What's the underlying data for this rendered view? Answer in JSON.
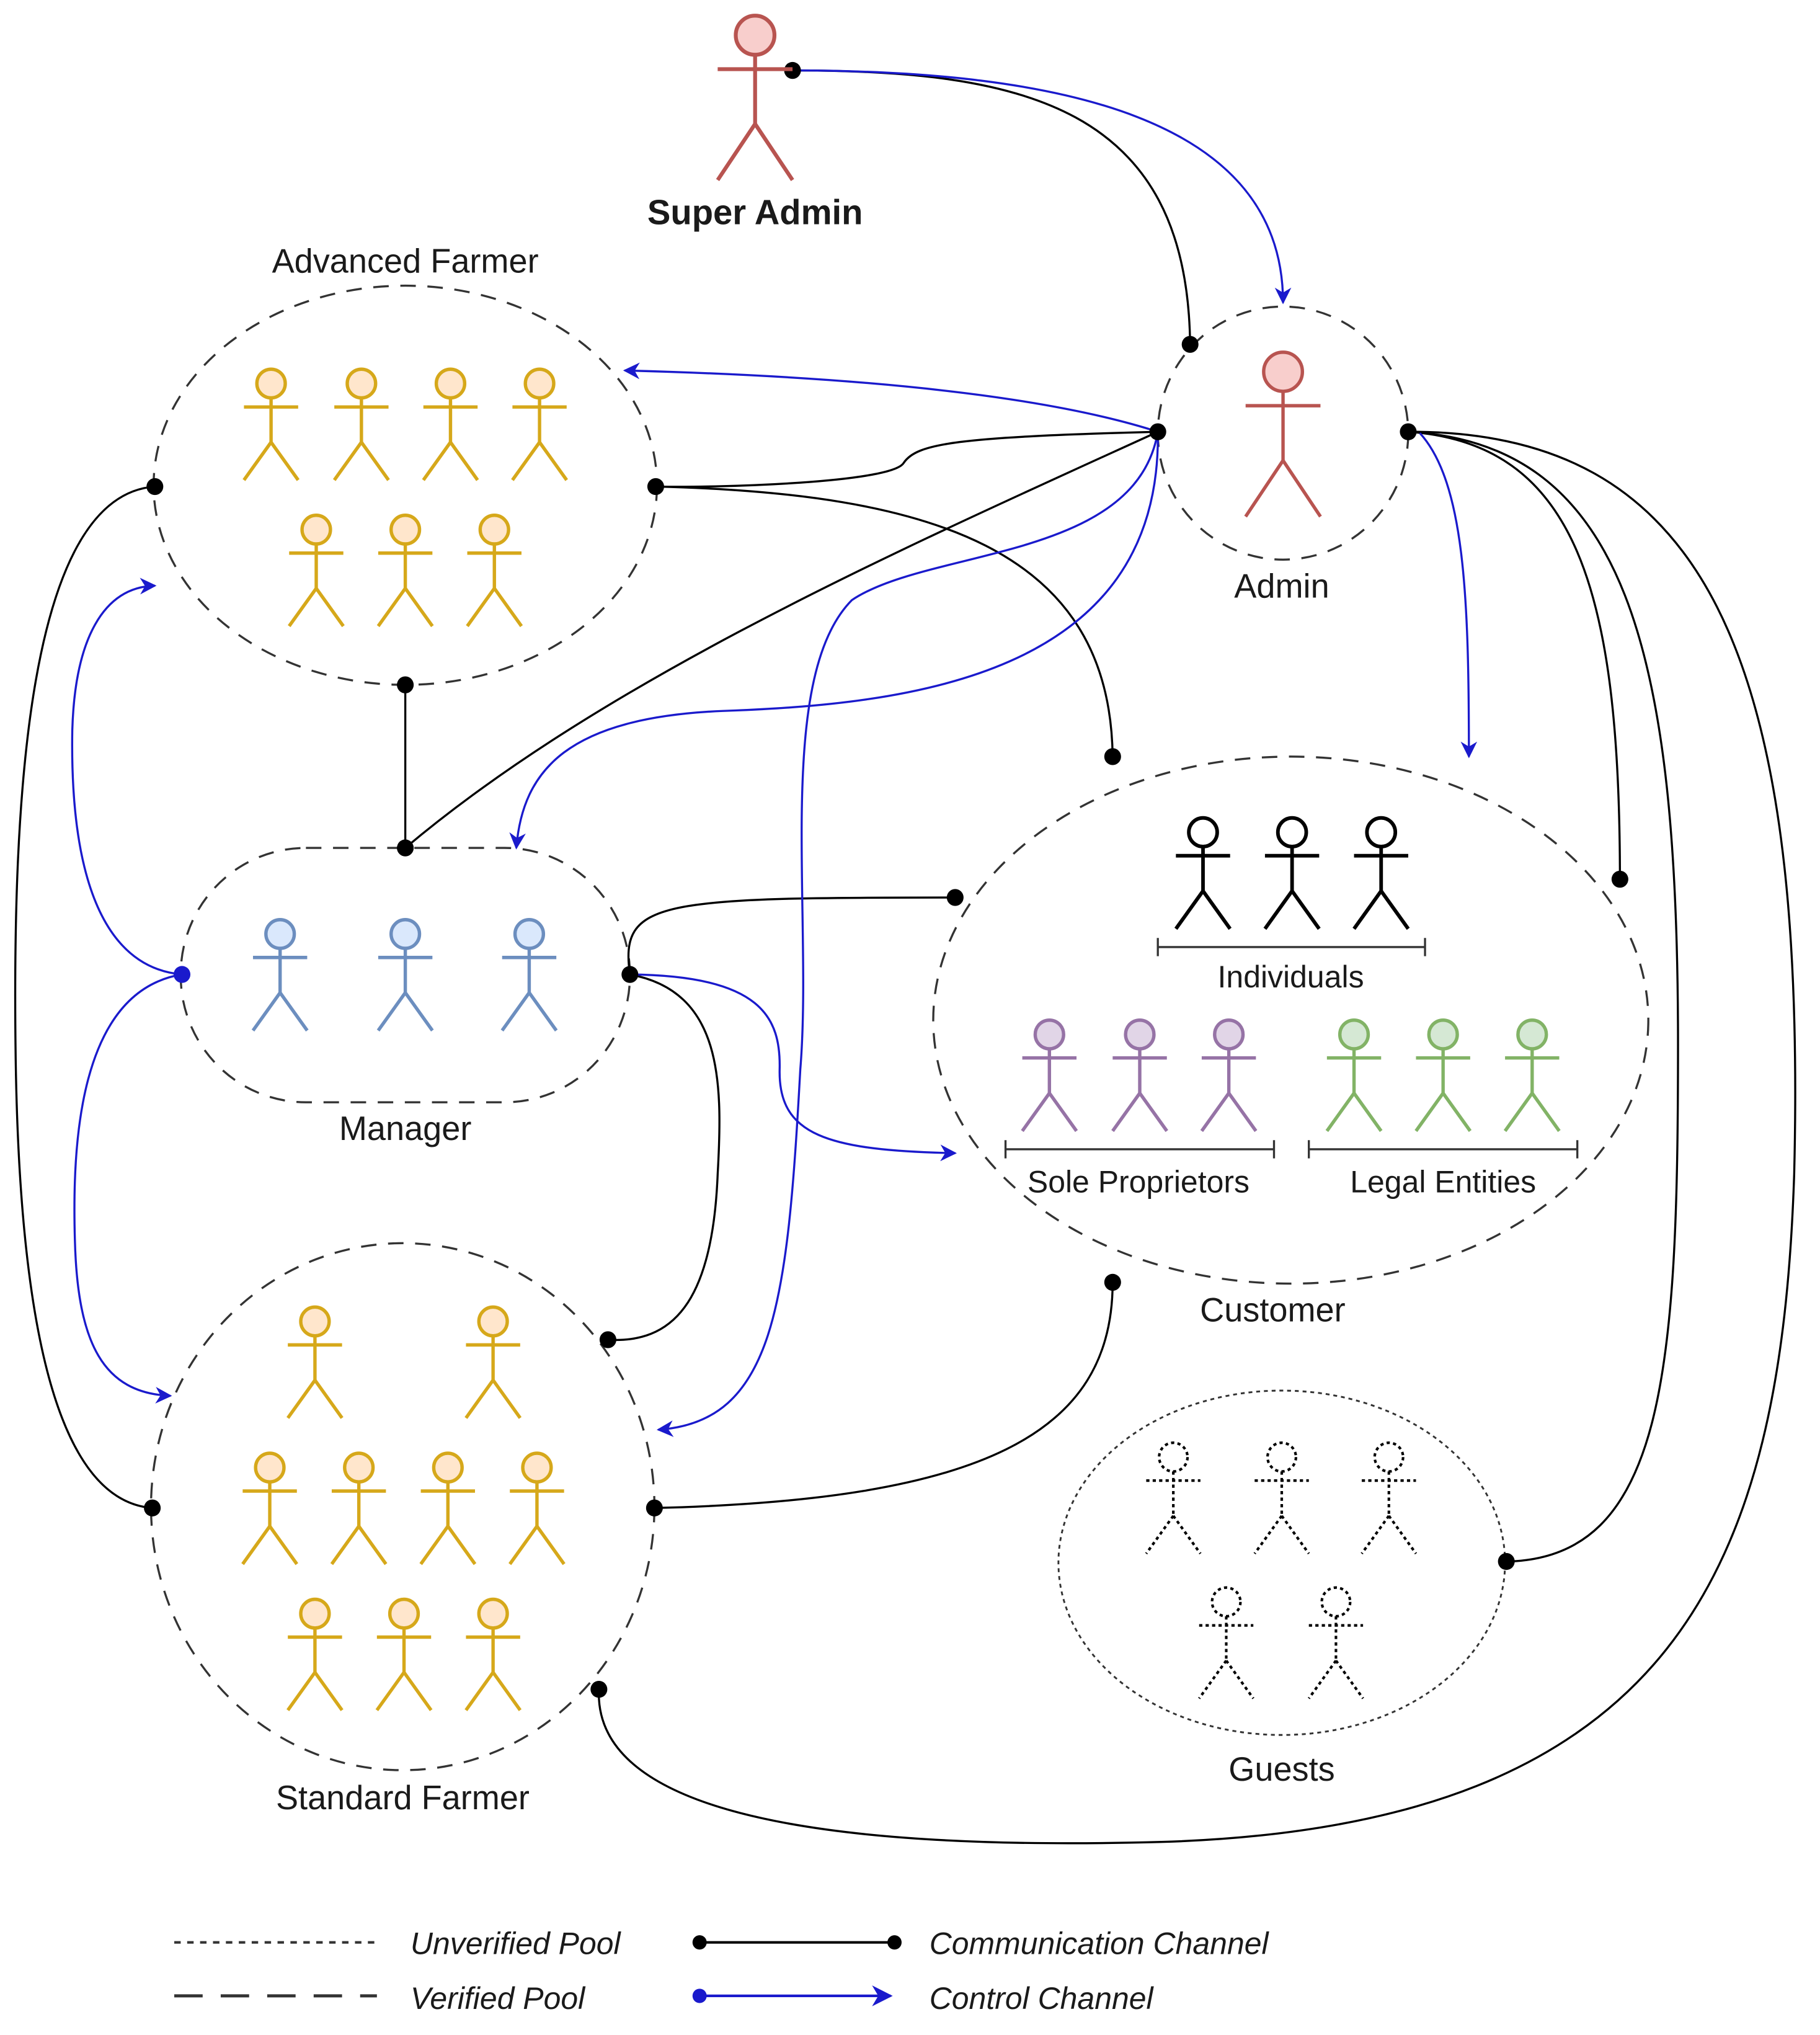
{
  "groups": {
    "super_admin": {
      "label": "Super Admin"
    },
    "admin": {
      "label": "Admin"
    },
    "advanced_farmer": {
      "label": "Advanced Farmer"
    },
    "manager": {
      "label": "Manager"
    },
    "standard_farmer": {
      "label": "Standard Farmer"
    },
    "customer": {
      "label": "Customer",
      "subgroups": {
        "individuals": "Individuals",
        "sole_proprietors": "Sole Proprietors",
        "legal_entities": "Legal Entities"
      }
    },
    "guests": {
      "label": "Guests"
    }
  },
  "legend": {
    "unverified_pool": "Unverified Pool",
    "verified_pool": "Verified Pool",
    "communication_channel": "Communication Channel",
    "control_channel": "Control Channel"
  },
  "colors": {
    "admin_red": "#b85450",
    "admin_fill": "#f8cecc",
    "farmer_gold": "#d6a81a",
    "farmer_fill": "#ffe6cc",
    "manager_blue": "#6c8ebf",
    "manager_fill": "#dae8fc",
    "sole_purple": "#9673a6",
    "sole_fill": "#e1d5e7",
    "legal_green": "#82b366",
    "legal_fill": "#d5e8d4",
    "control_blue": "#1a1acc",
    "comm_black": "#000000"
  }
}
